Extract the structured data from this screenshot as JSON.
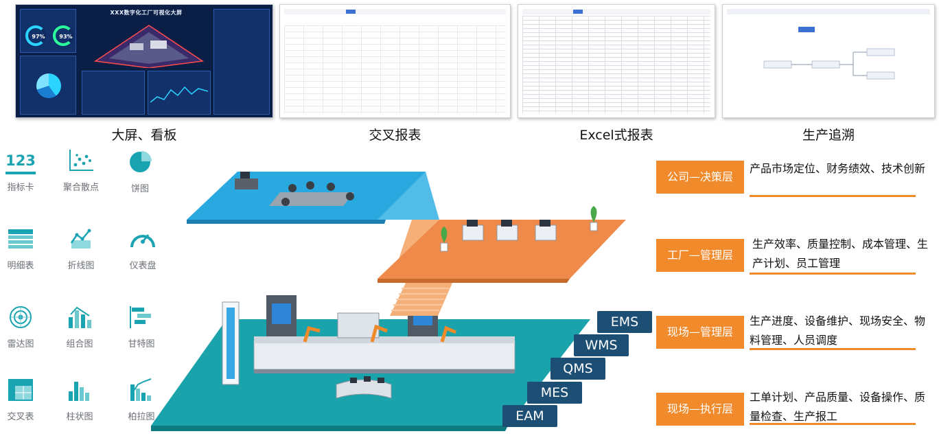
{
  "thumbnails": [
    {
      "caption": "大屏、看板"
    },
    {
      "caption": "交叉报表"
    },
    {
      "caption": "Excel式报表"
    },
    {
      "caption": "生产追溯"
    }
  ],
  "dashboard": {
    "title": "XXX数字化工厂可视化大屏",
    "ring1": "97%",
    "ring2": "93%"
  },
  "chart_types": [
    {
      "label": "指标卡",
      "icon": "number-card-icon"
    },
    {
      "label": "聚合散点",
      "icon": "scatter-icon"
    },
    {
      "label": "饼图",
      "icon": "pie-icon"
    },
    {
      "label": "明细表",
      "icon": "detail-table-icon"
    },
    {
      "label": "折线图",
      "icon": "line-chart-icon"
    },
    {
      "label": "仪表盘",
      "icon": "gauge-icon"
    },
    {
      "label": "雷达图",
      "icon": "radar-icon"
    },
    {
      "label": "组合图",
      "icon": "combo-chart-icon"
    },
    {
      "label": "甘特图",
      "icon": "gantt-icon"
    },
    {
      "label": "交叉表",
      "icon": "cross-table-icon"
    },
    {
      "label": "柱状图",
      "icon": "bar-chart-icon"
    },
    {
      "label": "柏拉图",
      "icon": "pareto-icon"
    }
  ],
  "number_card_text": "123",
  "layers": [
    {
      "tag": "公司—决策层",
      "desc": "产品市场定位、财务绩效、技术创新"
    },
    {
      "tag": "工厂—管理层",
      "desc": "生产效率、质量控制、成本管理、生产计划、员工管理"
    },
    {
      "tag": "现场—管理层",
      "desc": "生产进度、设备维护、现场安全、物料管理、人员调度"
    },
    {
      "tag": "现场—执行层",
      "desc": "工单计划、产品质量、设备操作、质量检查、生产报工"
    }
  ],
  "systems": [
    "EMS",
    "WMS",
    "QMS",
    "MES",
    "EAM"
  ],
  "colors": {
    "accent_orange": "#f08a2a",
    "teal": "#18a0a8",
    "blue_floor": "#2aa8e0",
    "navy_tag": "#1d4e74",
    "icon_teal": "#1aa3b0"
  }
}
